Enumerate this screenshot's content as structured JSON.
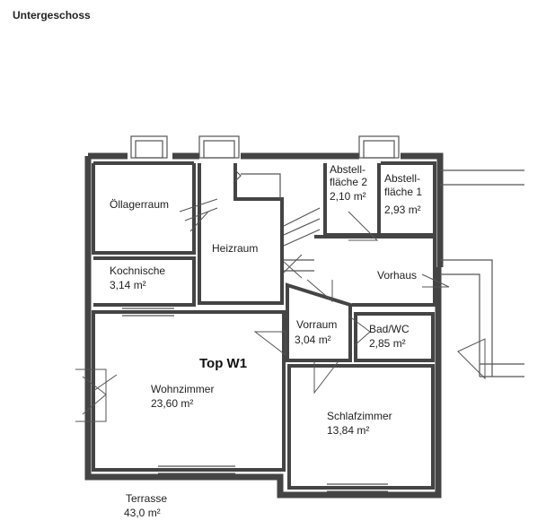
{
  "title": "Untergeschoss",
  "unit": "Top W1",
  "rooms": [
    {
      "name": "Öllagerraum",
      "area": ""
    },
    {
      "name": "Heizraum",
      "area": ""
    },
    {
      "name": "Abstell-",
      "name2": "fläche 2",
      "area": "2,10 m²"
    },
    {
      "name": "Abstell-",
      "name2": "fläche 1",
      "area": "2,93 m²"
    },
    {
      "name": "Kochnische",
      "area": "3,14 m²"
    },
    {
      "name": "Vorhaus",
      "area": ""
    },
    {
      "name": "Vorraum",
      "area": "3,04 m²"
    },
    {
      "name": "Bad/WC",
      "area": "2,85 m²"
    },
    {
      "name": "Wohnzimmer",
      "area": "23,60 m²"
    },
    {
      "name": "Schlafzimmer",
      "area": "13,84 m²"
    },
    {
      "name": "Terrasse",
      "area": "43,0 m²"
    }
  ]
}
